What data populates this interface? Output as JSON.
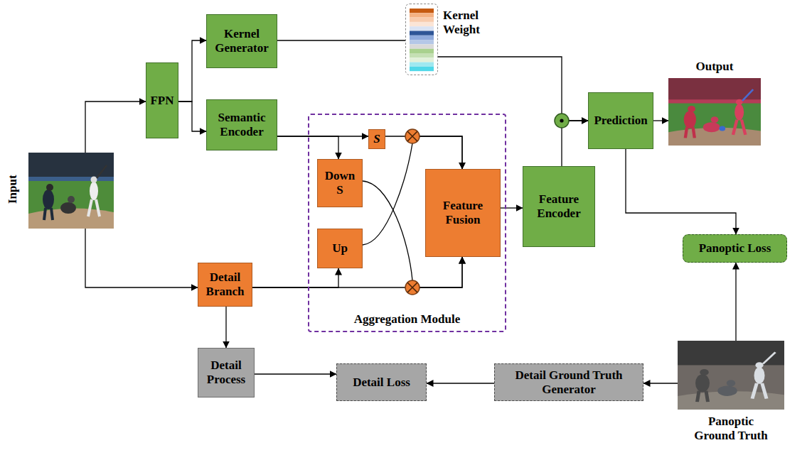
{
  "diagram": {
    "nodes": [
      {
        "text": [
          "Input"
        ]
      },
      {
        "text": [
          "FPN"
        ]
      },
      {
        "text": [
          "Kernel Generator"
        ]
      },
      {
        "text": [
          "Semantic Encoder"
        ]
      },
      {
        "text": [
          "Kernel Weight"
        ]
      },
      {
        "text": [
          "Aggregation Module"
        ]
      },
      {
        "text": [
          "S"
        ],
        "in": 5
      },
      {
        "text": [
          "Down S"
        ],
        "in": 5
      },
      {
        "text": [
          "Up"
        ],
        "in": 5
      },
      {
        "text": [
          "Feature Fusion"
        ],
        "in": 5
      },
      {
        "text": [
          "Feature Encoder"
        ]
      },
      {
        "text": [
          "Prediction"
        ]
      },
      {
        "text": [
          "Output"
        ]
      },
      {
        "text": [
          "Detail Branch"
        ]
      },
      {
        "text": [
          "Detail Process"
        ]
      },
      {
        "text": [
          "Detail Loss"
        ]
      },
      {
        "text": [
          "Detail Ground Truth Generator"
        ]
      },
      {
        "text": [
          "Panoptic Loss"
        ]
      },
      {
        "text": [
          "Panoptic Ground Truth"
        ]
      }
    ],
    "edges": [
      {
        "from": 0,
        "to": 1,
        "arrow": "to"
      },
      {
        "from": 0,
        "to": 13,
        "arrow": "to"
      },
      {
        "from": 1,
        "to": 2,
        "arrow": "to"
      },
      {
        "from": 1,
        "to": 3,
        "arrow": "to"
      },
      {
        "from": 2,
        "to": 4,
        "arrow": "none"
      },
      {
        "from": 4,
        "to": 11,
        "arrow": "to"
      },
      {
        "from": 3,
        "to": 6,
        "arrow": "to"
      },
      {
        "from": 3,
        "to": 7,
        "arrow": "to"
      },
      {
        "from": 6,
        "to": 9,
        "arrow": "to"
      },
      {
        "from": 8,
        "to": 9,
        "arrow": "to"
      },
      {
        "from": 7,
        "to": 9,
        "arrow": "to"
      },
      {
        "from": 13,
        "to": 8,
        "arrow": "to"
      },
      {
        "from": 13,
        "to": 9,
        "arrow": "to"
      },
      {
        "from": 9,
        "to": 10,
        "arrow": "to"
      },
      {
        "from": 10,
        "to": 11,
        "arrow": "to"
      },
      {
        "from": 11,
        "to": 12,
        "arrow": "to"
      },
      {
        "from": 11,
        "to": 17,
        "arrow": "to"
      },
      {
        "from": 18,
        "to": 17,
        "arrow": "to"
      },
      {
        "from": 18,
        "to": 16,
        "arrow": "to"
      },
      {
        "from": 16,
        "to": 15,
        "arrow": "to"
      },
      {
        "from": 14,
        "to": 15,
        "arrow": "to"
      },
      {
        "from": 13,
        "to": 14,
        "arrow": "to"
      }
    ]
  }
}
